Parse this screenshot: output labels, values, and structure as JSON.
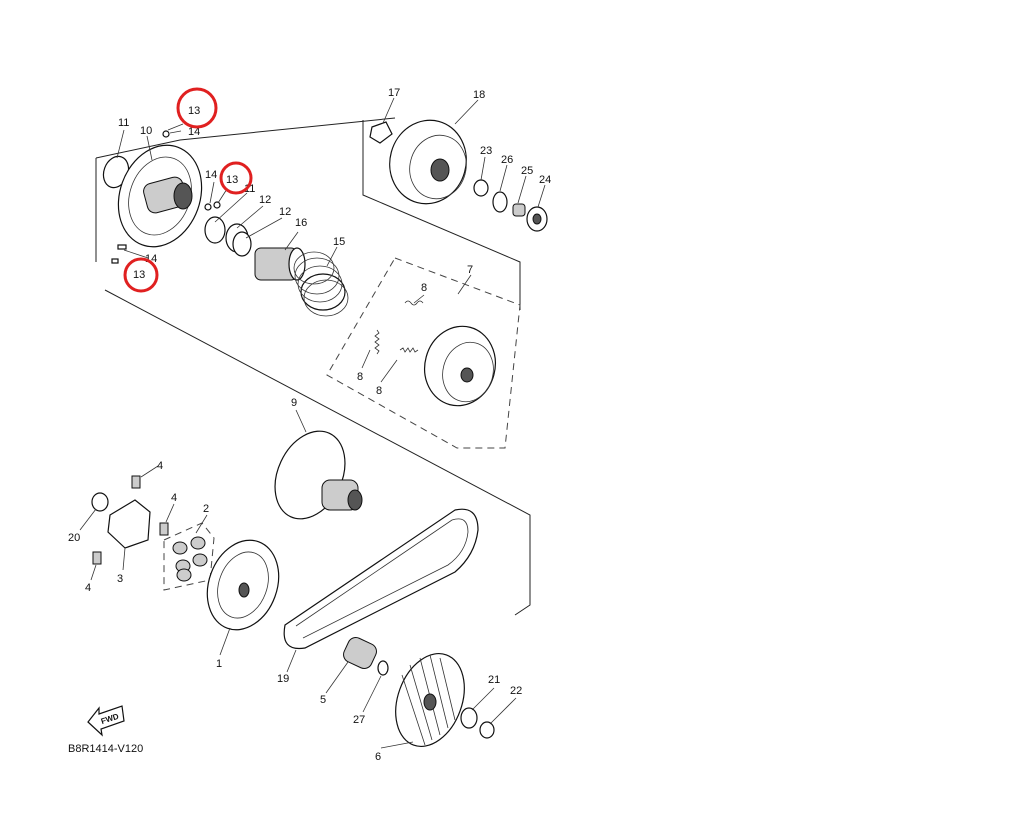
{
  "diagram_code": "B8R1414-V120",
  "fwd_label": "FWD",
  "highlight_color": "#e02020",
  "part_labels": {
    "p1": "1",
    "p2": "2",
    "p3": "3",
    "p4a": "4",
    "p4b": "4",
    "p4c": "4",
    "p5": "5",
    "p6": "6",
    "p7": "7",
    "p8a": "8",
    "p8b": "8",
    "p8c": "8",
    "p9": "9",
    "p10": "10",
    "p11a": "11",
    "p11b": "11",
    "p12a": "12",
    "p12b": "12",
    "p13a": "13",
    "p13b": "13",
    "p13c": "13",
    "p14a": "14",
    "p14b": "14",
    "p14c": "14",
    "p15": "15",
    "p16": "16",
    "p17": "17",
    "p18": "18",
    "p19": "19",
    "p20": "20",
    "p21": "21",
    "p22": "22",
    "p23": "23",
    "p24": "24",
    "p25": "25",
    "p26": "26",
    "p27": "27"
  }
}
